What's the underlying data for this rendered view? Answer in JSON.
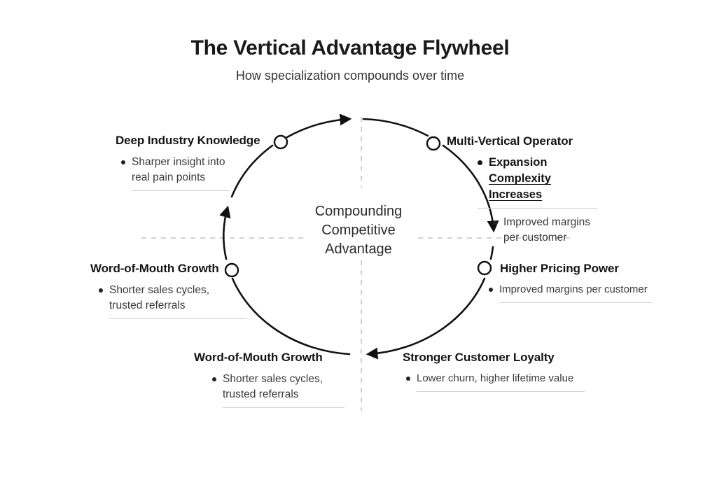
{
  "title": "The Vertical Advantage Flywheel",
  "subtitle": "How specialization compounds over time",
  "center": {
    "line1": "Compounding",
    "line2": "Competitive",
    "line3": "Advantage"
  },
  "groups": {
    "top_left": {
      "heading": "Deep Industry Knowledge",
      "bullet_line1": "Sharper insight into",
      "bullet_line2": "real pain points"
    },
    "top_right": {
      "heading": "Multi-Vertical Operator",
      "bold_bullet_plain": "Expansion",
      "bold_bullet_underline1": "Complexity",
      "bold_bullet_underline2": "Increases",
      "sub_bullet_line1": "Improved margins",
      "sub_bullet_line2": "per customer"
    },
    "left": {
      "heading": "Word-of-Mouth Growth",
      "bullet_line1": "Shorter sales cycles,",
      "bullet_line2": "trusted referrals"
    },
    "right": {
      "heading": "Higher Pricing Power",
      "bullet": "Improved margins per customer"
    },
    "bottom_left": {
      "heading": "Word-of-Mouth Growth",
      "bullet_line1": "Shorter sales cycles,",
      "bullet_line2": "trusted referrals"
    },
    "bottom_right": {
      "heading": "Stronger Customer Loyalty",
      "bullet": "Lower churn, higher lifetime value"
    }
  },
  "colors": {
    "ink": "#161616",
    "muted_text": "#3a3a3a",
    "rule": "#cfcfcf",
    "dashed_line": "#b8b8b8"
  }
}
